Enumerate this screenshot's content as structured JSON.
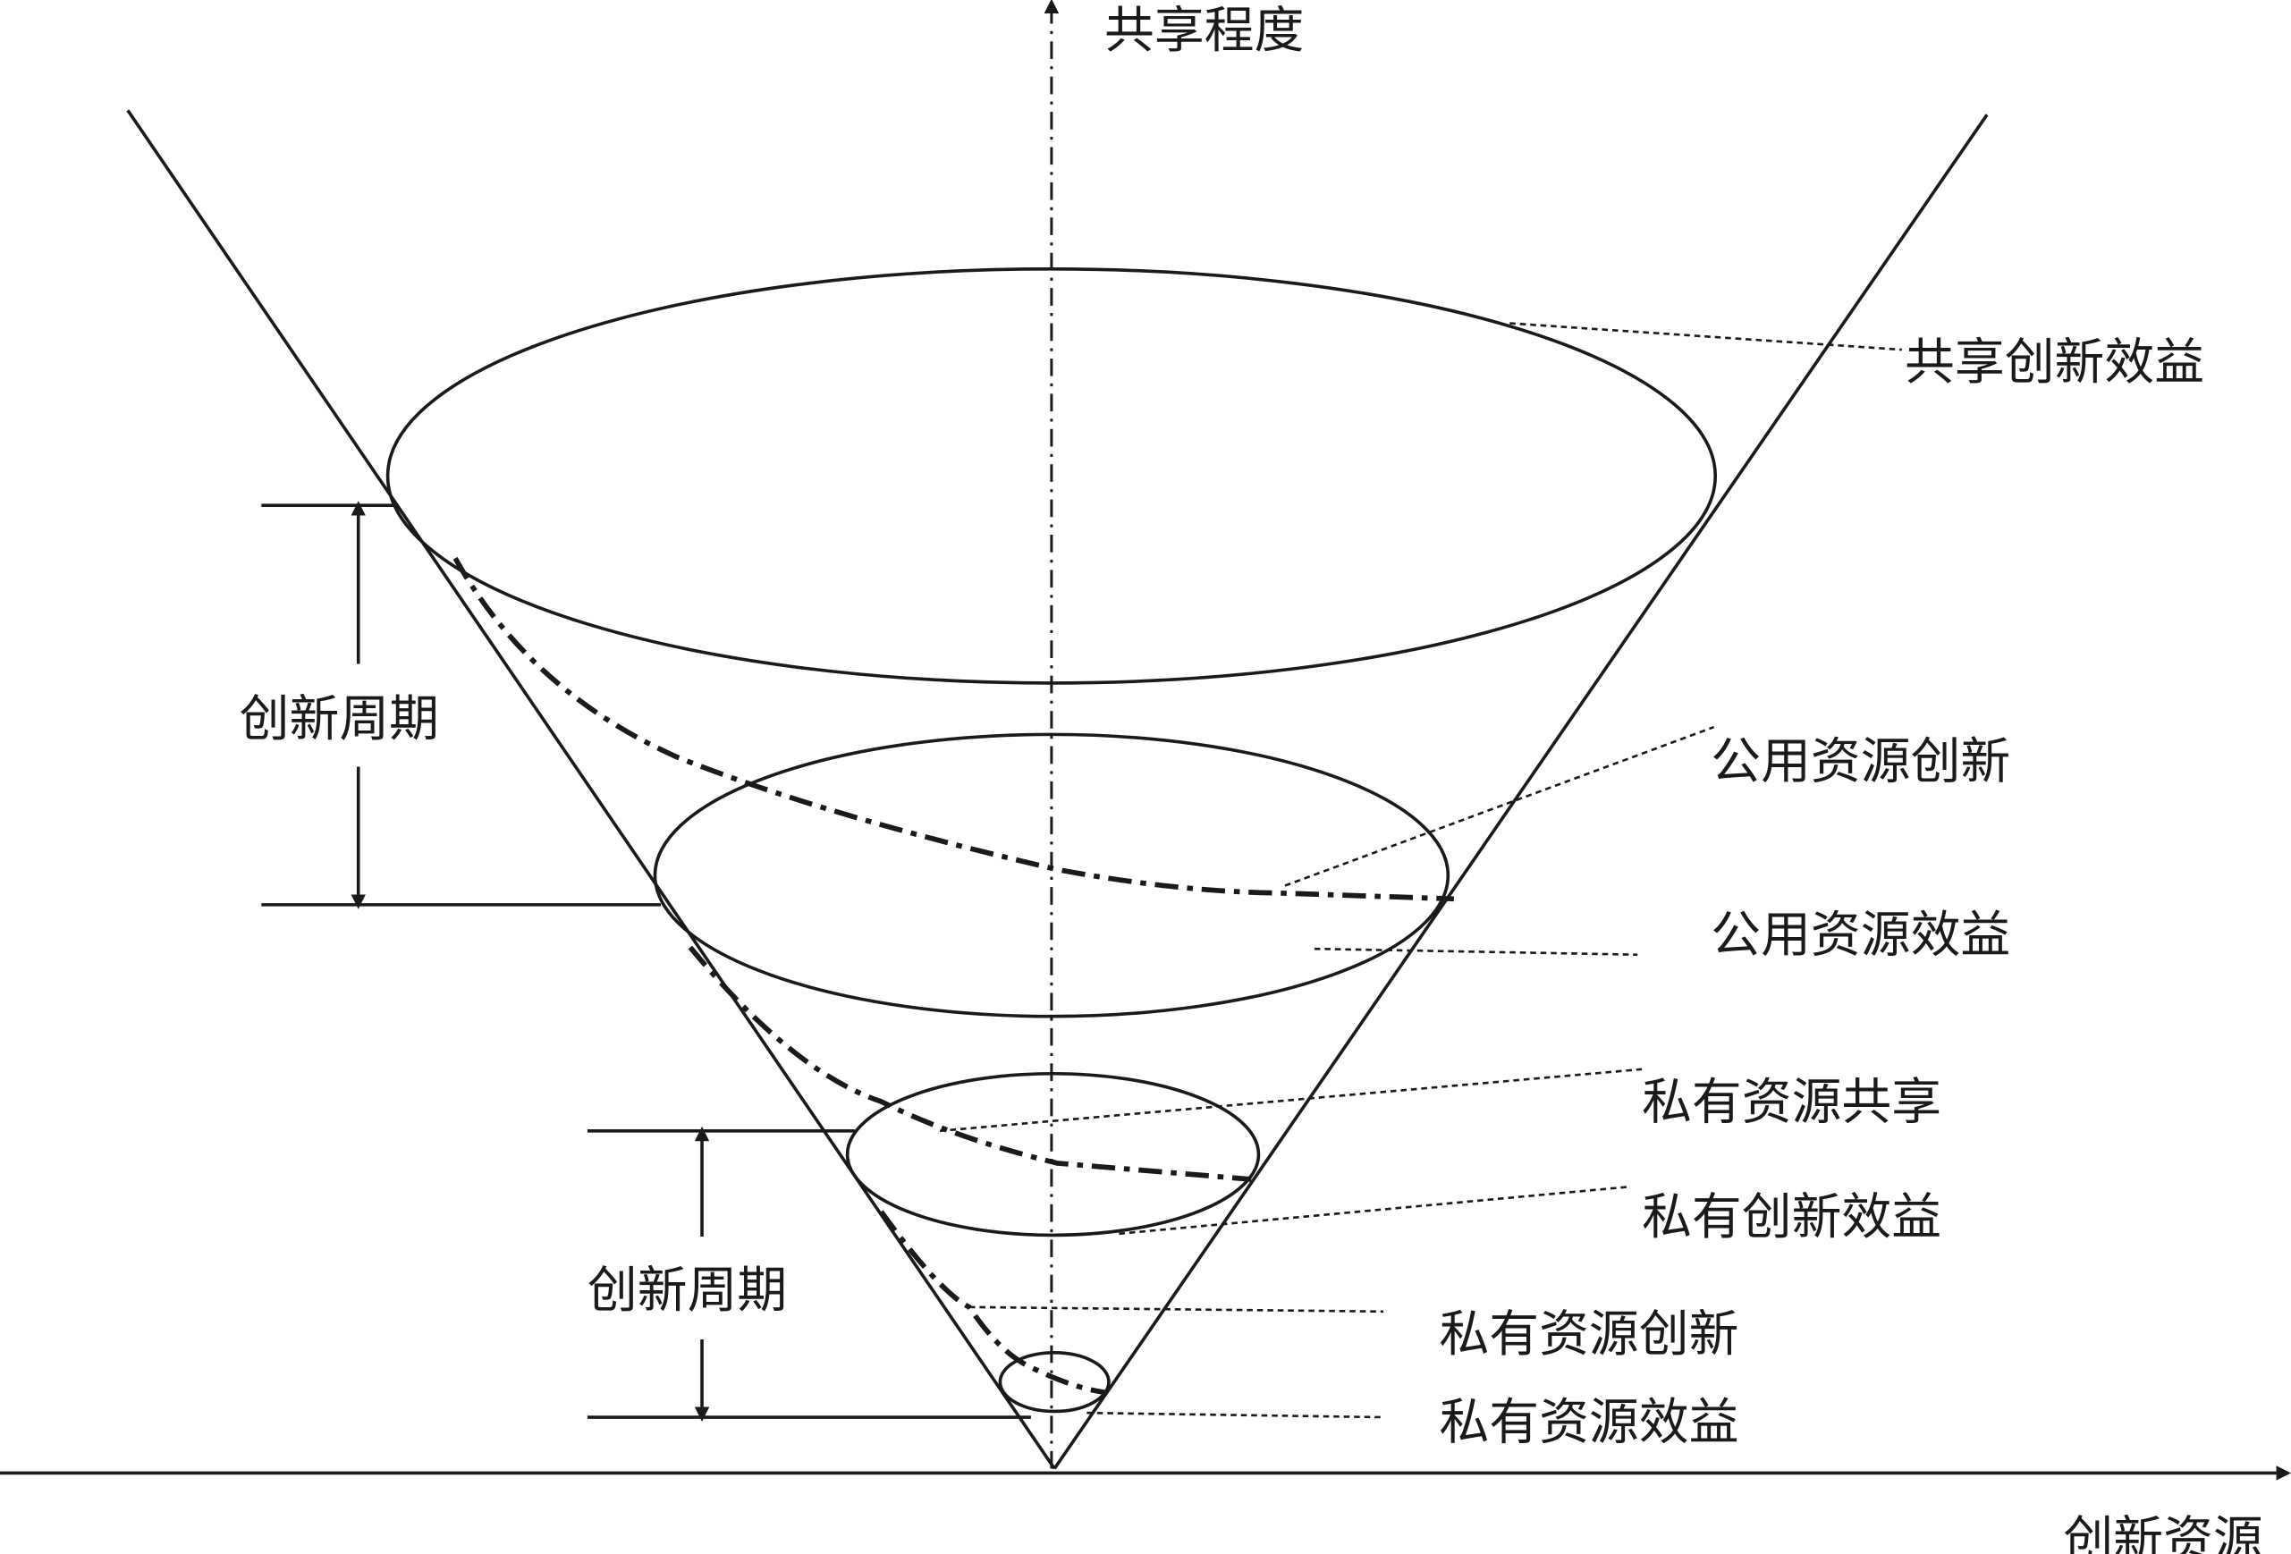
{
  "axes": {
    "y_label": "共享程度",
    "x_label": "创新资源"
  },
  "cycles": [
    {
      "label": "创新周期"
    },
    {
      "label": "创新周期"
    }
  ],
  "labels": {
    "shared_innovation_benefit": "共享创新效益",
    "public_resource_innovation": "公用资源创新",
    "public_resource_benefit": "公用资源效益",
    "private_resource_sharing": "私有资源共享",
    "private_innovation_benefit": "私有创新效益",
    "private_resource_innovation": "私有资源创新",
    "private_resource_benefit": "私有资源效益"
  }
}
